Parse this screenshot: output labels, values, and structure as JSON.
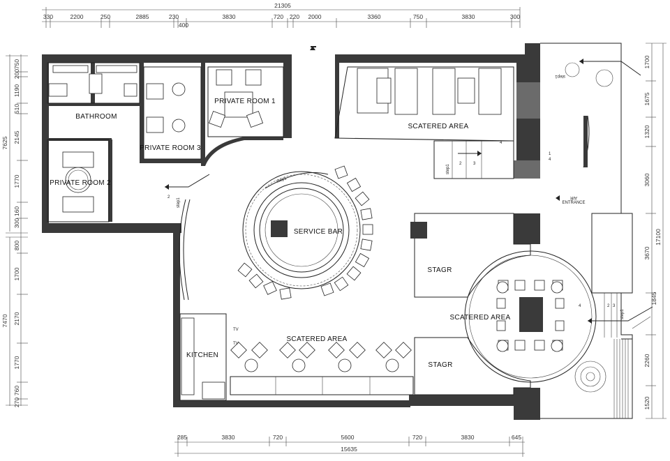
{
  "dimensions": {
    "top_total": "21305",
    "top_segments": [
      "330",
      "2200",
      "250",
      "2885",
      "230",
      "3830",
      "720",
      "220",
      "2000",
      "3360",
      "750",
      "3830",
      "300"
    ],
    "top_sub": "400",
    "bottom_total": "15635",
    "bottom_segments": [
      "285",
      "3830",
      "720",
      "5600",
      "720",
      "3830",
      "645"
    ],
    "left_total_upper": "7625",
    "left_total_lower": "7470",
    "left_segments": [
      "750",
      "200",
      "1190",
      "510",
      "2145",
      "1770",
      "300",
      "160",
      "800",
      "1700",
      "2170",
      "1770",
      "760",
      "270"
    ],
    "right_total": "17100",
    "right_segments": [
      "1700",
      "1675",
      "1320",
      "3060",
      "3670",
      "1845",
      "2260",
      "1520"
    ]
  },
  "rooms": {
    "bathroom": "BATHROOM",
    "private_room_1": "PRIVATE ROOM 1",
    "private_room_2": "PRIVATE ROOM 2",
    "private_room_3": "PRIVATE ROOM 3",
    "scattered_area_top": "SCATERED AREA",
    "scattered_area_bottom": "SCATERED AREA",
    "scattered_area_right": "SCATERED AREA",
    "service_bar": "SERVICE BAR",
    "stage_upper": "STAGR",
    "stage_lower": "STAGR",
    "kitchen": "KITCHEN"
  },
  "labels": {
    "air_entrance_line1": "AIR",
    "air_entrance_line2": "ENTRANCE",
    "step": "step1",
    "tv": "TV",
    "num1": "1",
    "num2": "2",
    "num3": "3",
    "num4": "4"
  }
}
